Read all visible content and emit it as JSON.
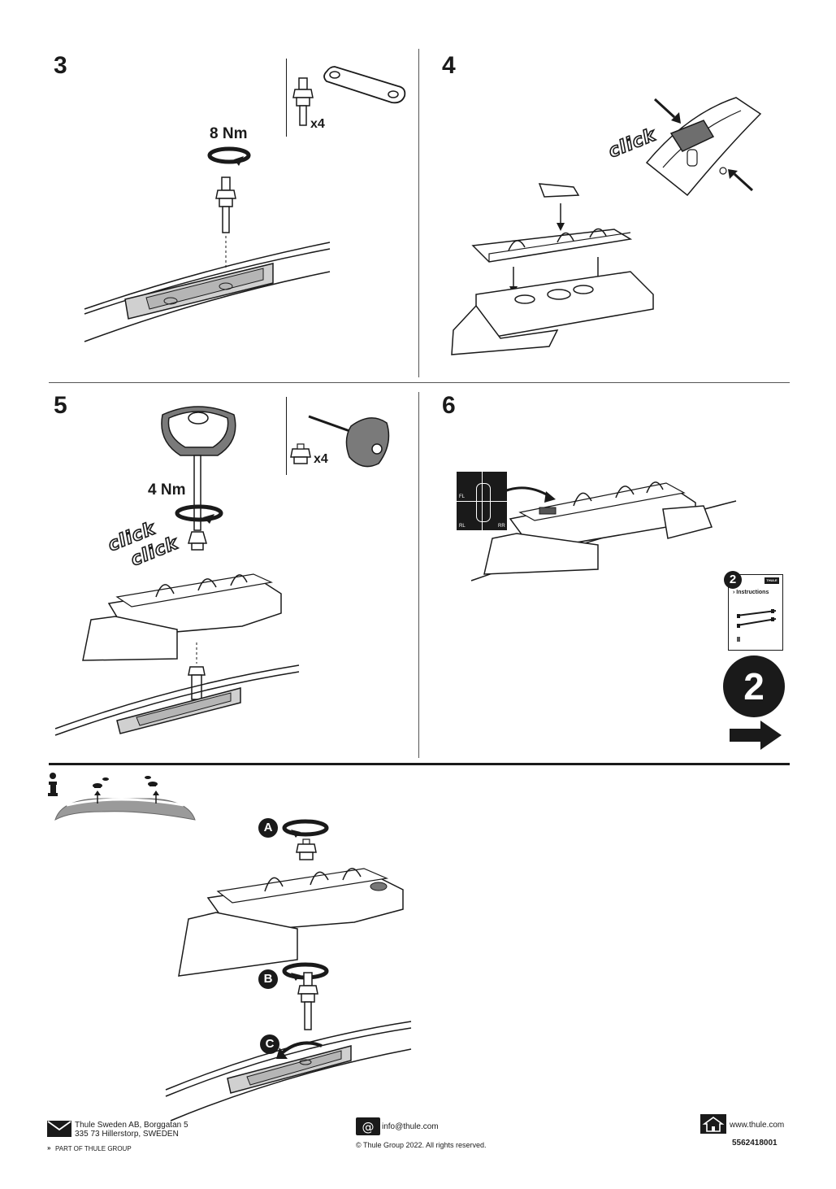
{
  "steps": {
    "s3": {
      "number": "3",
      "torque": "8 Nm",
      "quantity": "x4"
    },
    "s4": {
      "number": "4",
      "click": "click"
    },
    "s5": {
      "number": "5",
      "torque": "4 Nm",
      "quantity": "x4",
      "click1": "click",
      "click2": "click"
    },
    "s6": {
      "number": "6",
      "positions": {
        "fl": "FL",
        "rl": "RL",
        "rr": "RR"
      }
    }
  },
  "next_instructions": {
    "badge": "2",
    "booklet_label": "› Instructions",
    "booklet_brand": "THULE",
    "big_number": "2"
  },
  "info_section": {
    "label_a": "A",
    "label_b": "B",
    "label_c": "C"
  },
  "footer": {
    "address_line1": "Thule Sweden AB, Borggatan 5",
    "address_line2": "335 73 Hillerstorp, SWEDEN",
    "group": "PART OF THULE GROUP",
    "email": "info@thule.com",
    "copyright": "© Thule Group 2022. All rights reserved.",
    "website": "www.thule.com",
    "doc_number": "5562418001"
  },
  "colors": {
    "ink": "#1a1a1a",
    "grey_fill": "#bdbdbd",
    "divider": "#555555"
  }
}
